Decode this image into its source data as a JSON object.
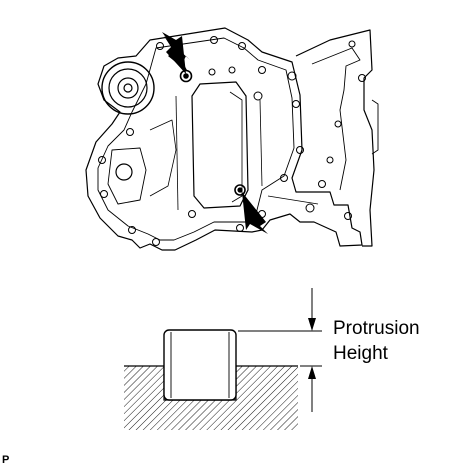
{
  "labels": {
    "protrusion": "Protrusion",
    "height": "Height",
    "figure_code": "P"
  },
  "colors": {
    "line": "#000000",
    "background": "#ffffff"
  },
  "icons": {
    "pointer": "black-arrow-icon",
    "dimension": "dimension-arrow-icon"
  }
}
